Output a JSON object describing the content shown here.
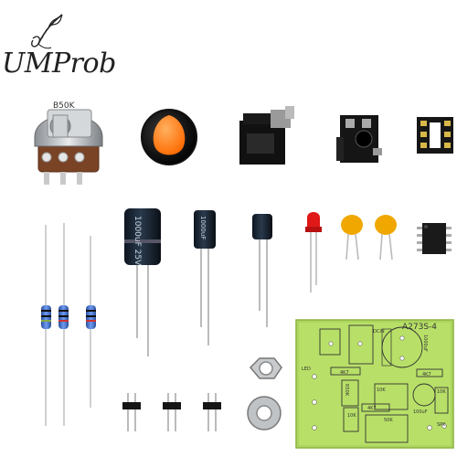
{
  "logo": {
    "brand_text": "UMProb",
    "mark_icon": "quill-feather-icon"
  },
  "components": {
    "potentiometer": {
      "label": "B50K",
      "icon": "potentiometer-icon"
    },
    "knob": {
      "color": "#ff7a1a",
      "icon": "knob-icon"
    },
    "dc_jack": {
      "icon": "dc-power-jack-icon"
    },
    "audio_jack": {
      "icon": "audio-jack-icon"
    },
    "ic_socket": {
      "icon": "ic-socket-icon"
    },
    "capacitor_large": {
      "text": "1000uF 25V",
      "icon": "electrolytic-capacitor-icon"
    },
    "capacitor_medium": {
      "text": "1000uF",
      "icon": "electrolytic-capacitor-icon"
    },
    "capacitor_small": {
      "icon": "electrolytic-capacitor-icon"
    },
    "led": {
      "color": "#e01818",
      "icon": "led-icon"
    },
    "ceramic_caps": {
      "color": "#f0a800",
      "icon": "ceramic-capacitor-icon"
    },
    "ic_chip": {
      "icon": "ic-chip-icon"
    },
    "resistors": {
      "icon": "resistor-icon"
    },
    "nut": {
      "icon": "hex-nut-icon"
    },
    "washer": {
      "icon": "washer-icon"
    },
    "headers": {
      "icon": "pin-header-icon"
    },
    "pcb": {
      "board_color": "#b8e068",
      "title": "A273S-4",
      "labels": [
        "DCIN",
        "1000uF",
        "LED",
        "4K7",
        "4K7",
        "R50K",
        "4K7",
        "50K",
        "10K",
        "10K",
        "10K",
        "100uF",
        "SPK"
      ]
    }
  }
}
